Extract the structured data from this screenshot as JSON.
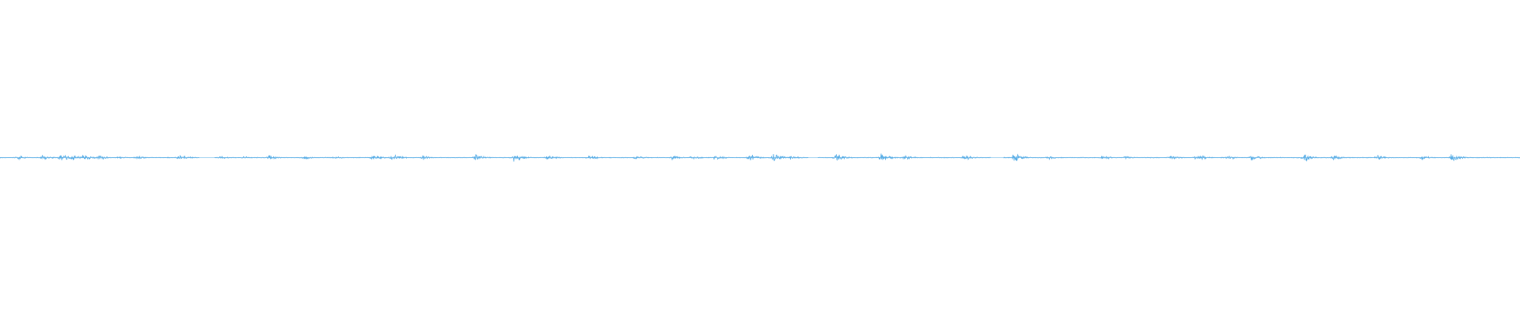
{
  "waveform": {
    "color": "#5aaee6",
    "background": "#ffffff",
    "display": "centered-baseline-waveform",
    "bursts": [
      {
        "t": 0.012,
        "a": 0.18
      },
      {
        "t": 0.028,
        "a": 0.22
      },
      {
        "t": 0.04,
        "a": 0.38
      },
      {
        "t": 0.047,
        "a": 0.3
      },
      {
        "t": 0.055,
        "a": 0.42
      },
      {
        "t": 0.065,
        "a": 0.25
      },
      {
        "t": 0.078,
        "a": 0.12
      },
      {
        "t": 0.09,
        "a": 0.18
      },
      {
        "t": 0.118,
        "a": 0.34
      },
      {
        "t": 0.145,
        "a": 0.14
      },
      {
        "t": 0.16,
        "a": 0.12
      },
      {
        "t": 0.177,
        "a": 0.24
      },
      {
        "t": 0.2,
        "a": 0.18
      },
      {
        "t": 0.22,
        "a": 0.16
      },
      {
        "t": 0.245,
        "a": 0.3
      },
      {
        "t": 0.258,
        "a": 0.4
      },
      {
        "t": 0.278,
        "a": 0.22
      },
      {
        "t": 0.313,
        "a": 0.34
      },
      {
        "t": 0.338,
        "a": 0.44
      },
      {
        "t": 0.36,
        "a": 0.24
      },
      {
        "t": 0.387,
        "a": 0.3
      },
      {
        "t": 0.418,
        "a": 0.22
      },
      {
        "t": 0.442,
        "a": 0.2
      },
      {
        "t": 0.455,
        "a": 0.18
      },
      {
        "t": 0.47,
        "a": 0.26
      },
      {
        "t": 0.493,
        "a": 0.34
      },
      {
        "t": 0.509,
        "a": 0.48
      },
      {
        "t": 0.52,
        "a": 0.2
      },
      {
        "t": 0.55,
        "a": 0.4
      },
      {
        "t": 0.58,
        "a": 0.44
      },
      {
        "t": 0.595,
        "a": 0.26
      },
      {
        "t": 0.634,
        "a": 0.3
      },
      {
        "t": 0.667,
        "a": 0.44
      },
      {
        "t": 0.69,
        "a": 0.16
      },
      {
        "t": 0.725,
        "a": 0.24
      },
      {
        "t": 0.74,
        "a": 0.18
      },
      {
        "t": 0.77,
        "a": 0.26
      },
      {
        "t": 0.786,
        "a": 0.18
      },
      {
        "t": 0.79,
        "a": 0.2
      },
      {
        "t": 0.808,
        "a": 0.22
      },
      {
        "t": 0.823,
        "a": 0.3
      },
      {
        "t": 0.858,
        "a": 0.44
      },
      {
        "t": 0.877,
        "a": 0.28
      },
      {
        "t": 0.906,
        "a": 0.24
      },
      {
        "t": 0.935,
        "a": 0.22
      },
      {
        "t": 0.955,
        "a": 0.4
      }
    ],
    "silent_gaps": [
      {
        "start": 0.131,
        "end": 0.141
      },
      {
        "start": 0.532,
        "end": 0.538
      },
      {
        "start": 0.652,
        "end": 0.66
      }
    ]
  }
}
